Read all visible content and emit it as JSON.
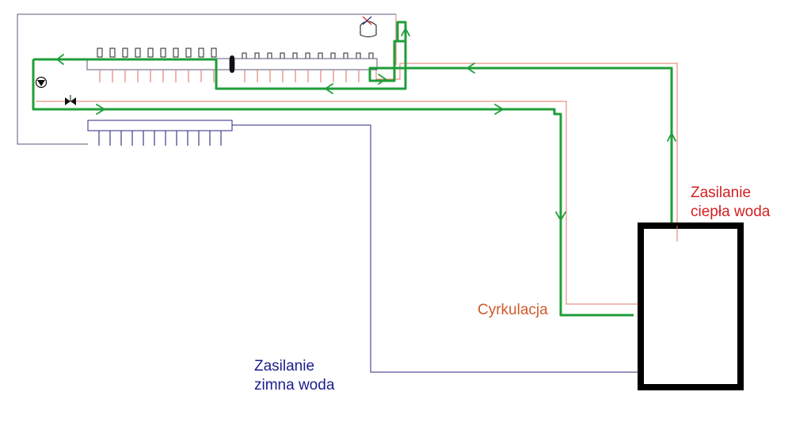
{
  "labels": {
    "hot_supply": [
      "Zasilanie",
      "ciepła woda"
    ],
    "circulation": "Cyrkulacja",
    "cold_supply": [
      "Zasilanie",
      "zimna woda"
    ]
  },
  "colors": {
    "hot": "#e07868",
    "hot_text": "#d42020",
    "cold": "#2a2a80",
    "cold_text": "#1c1c8e",
    "circulation_text": "#d05a2c",
    "flow": "#1f9e3a",
    "frame": "#5a5a7a",
    "tank": "#000000"
  },
  "icons": [
    "pump-icon",
    "valve-icon",
    "boiler-icon",
    "flow-arrow-icon"
  ]
}
